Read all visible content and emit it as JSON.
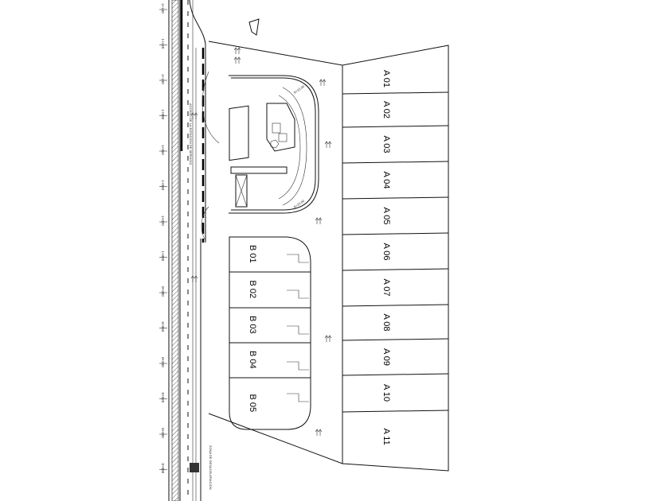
{
  "plan": {
    "access_label": "ACCESO DE LA ESTACION DE SERVICIO",
    "radius_label_top": "R=15.00",
    "radius_label_bottom": "R=15.00",
    "note_label": "ZONA DE DESACELERACION",
    "stations": [
      "1+140",
      "1+120",
      "1+100",
      "1+080",
      "1+060",
      "1+040",
      "1+020",
      "1+000",
      "0+980",
      "0+960",
      "0+940",
      "0+920",
      "0+900",
      "0+880"
    ],
    "lots_a": [
      "A 01",
      "A 02",
      "A 03",
      "A 04",
      "A 05",
      "A 06",
      "A 07",
      "A 08",
      "A 09",
      "A 10",
      "A 11"
    ],
    "lots_b": [
      "B 01",
      "B 02",
      "B 03",
      "B 04",
      "B 05"
    ]
  }
}
